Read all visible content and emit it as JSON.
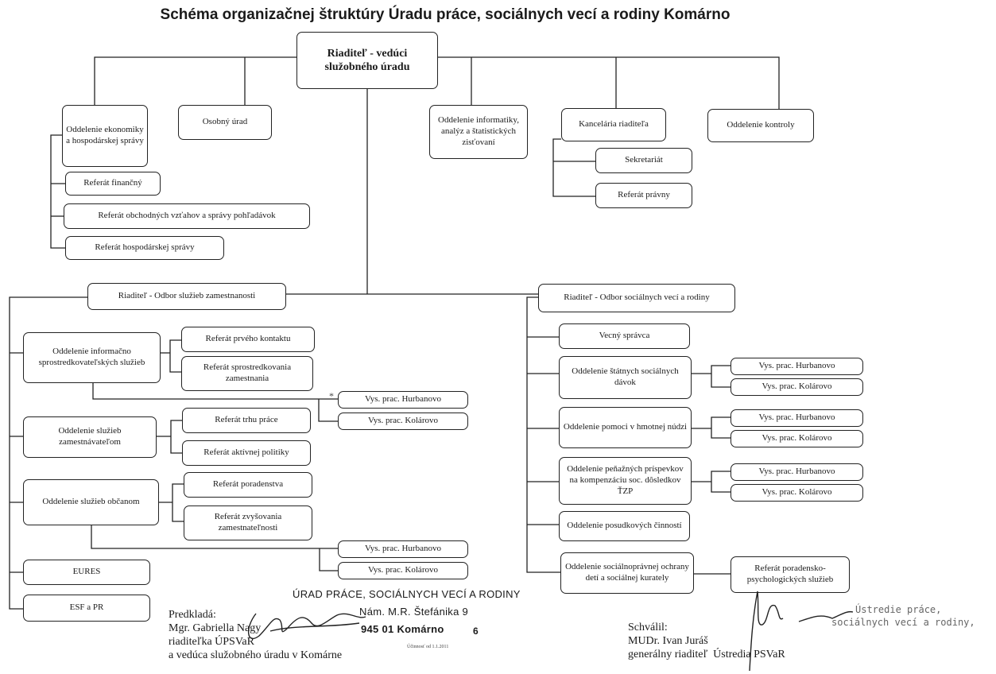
{
  "title": "Schéma organizačnej štruktúry Úradu práce, sociálnych vecí a rodiny Komárno",
  "director": "Riaditeľ - vedúci služobného úradu",
  "top_units": {
    "economy": "Oddelenie ekonomiky a hospodárskej správy",
    "personnel": "Osobný úrad",
    "it": "Oddelenie informatiky, analýz a štatistických zisťovaní",
    "office": "Kancelária riaditeľa",
    "control": "Oddelenie kontroly"
  },
  "economy_refs": [
    "Referát finančný",
    "Referát obchodných vzťahov a správy pohľadávok",
    "Referát hospodárskej správy"
  ],
  "office_refs": [
    "Sekretariát",
    "Referát právny"
  ],
  "employment": {
    "head": "Riaditeľ - Odbor služieb zamestnanosti",
    "dept1": "Oddelenie informačno sprostredkovateľských služieb",
    "dept1_refs": [
      "Referát prvého kontaktu",
      "Referát sprostredkovania zamestnania"
    ],
    "dept2": "Oddelenie služieb zamestnávateľom",
    "dept2_refs": [
      "Referát trhu práce",
      "Referát aktívnej politiky"
    ],
    "dept3": "Oddelenie služieb občanom",
    "dept3_refs": [
      "Referát poradenstva",
      "Referát zvyšovania zamestnateľnosti"
    ],
    "eures": "EURES",
    "esf": "ESF a PR",
    "asterisk": "*"
  },
  "social": {
    "head": "Riaditeľ - Odbor sociálnych vecí a rodiny",
    "property": "Vecný správca",
    "state_benefits": "Oddelenie štátnych sociálnych dávok",
    "material_need": "Oddelenie pomoci v hmotnej núdzi",
    "cash_contrib": "Oddelenie peňažných príspevkov na kompenzáciu soc. dôsledkov ŤZP",
    "assessment": "Oddelenie posudkových činností",
    "child_protection": "Oddelenie sociálnoprávnej ochrany detí a sociálnej kurately",
    "counseling_ref": "Referát poradensko-psychologických služieb"
  },
  "branches": {
    "hurbanovo": "Vys. prac. Hurbanovo",
    "kolarovo": "Vys. prac. Kolárovo"
  },
  "footer": {
    "left": "Predkladá:\nMgr. Gabriella Nagy\nriaditeľka ÚPSVaR\na vedúca služobného úradu v Komárne",
    "right": "Schválil:\nMUDr. Ivan Juráš\ngenerálny riaditeľ  Ústredia PSVaR",
    "stamp_title": "ÚRAD PRÁCE, SOCIÁLNYCH VECÍ A RODINY",
    "stamp_addr1": "Nám. M.R. Štefánika 9",
    "stamp_addr2": "945 01 Komárno",
    "page": "6",
    "effective": "Účinnosť od 1.1.2011",
    "ustredie1": "Ústredie práce,",
    "ustredie2": "sociálnych vecí a rodiny,"
  }
}
